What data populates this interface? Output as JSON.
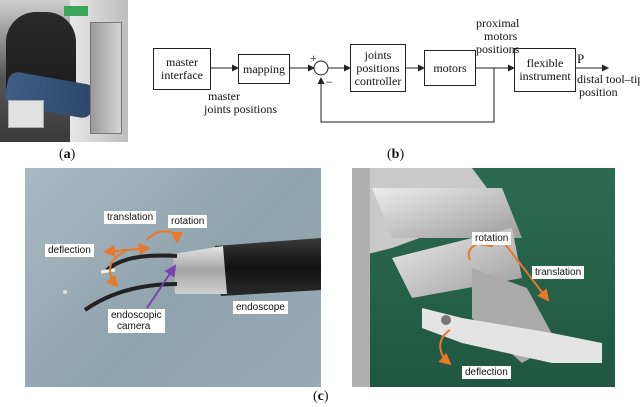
{
  "captions": {
    "a": "a",
    "b": "b",
    "c": "c"
  },
  "diagram": {
    "blocks": {
      "master_interface": [
        "master",
        "interface"
      ],
      "mapping": [
        "mapping"
      ],
      "joints_controller": [
        "joints",
        "positions",
        "controller"
      ],
      "motors": [
        "motors"
      ],
      "flexible_instrument": [
        "flexible",
        "instrument"
      ]
    },
    "labels": {
      "master_joints": [
        "master",
        "joints positions"
      ],
      "proximal_motors": [
        "proximal",
        "motors",
        "positions"
      ],
      "plus": "+",
      "minus": "−",
      "p": "P",
      "distal": [
        "distal tool–tip",
        "position"
      ]
    }
  },
  "photo_c1": {
    "labels": {
      "translation": "translation",
      "rotation": "rotation",
      "deflection": "deflection",
      "endoscope": "endoscope",
      "camera": [
        "endoscopic",
        "camera"
      ]
    }
  },
  "photo_c2": {
    "labels": {
      "rotation": "rotation",
      "translation": "translation",
      "deflection": "deflection"
    }
  },
  "colors": {
    "arrow_orange": "#e8782a",
    "arrow_purple": "#7b3fb0",
    "screen_green": "#2c6b52"
  }
}
